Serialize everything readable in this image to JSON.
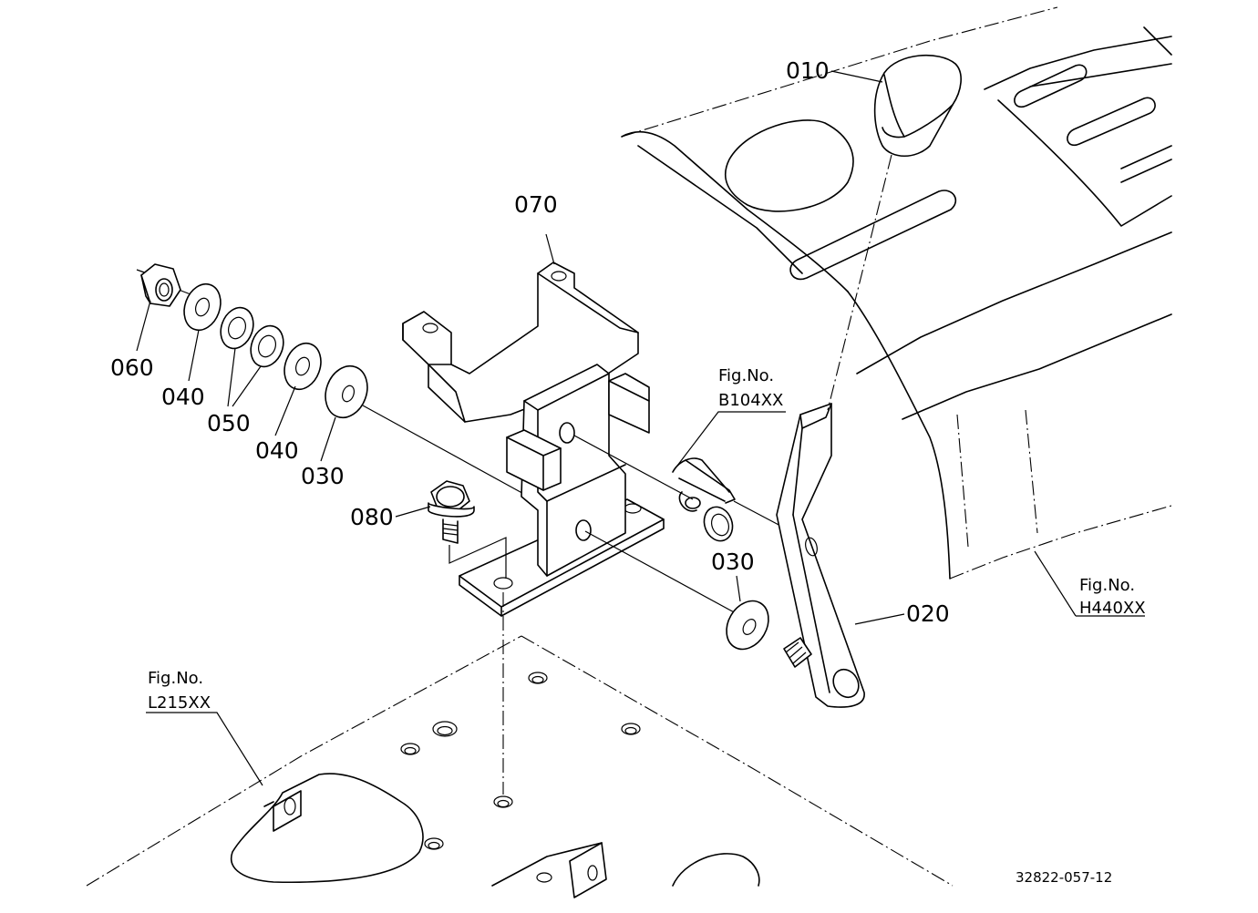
{
  "diagram": {
    "part_labels": [
      {
        "id": "p010",
        "text": "010"
      },
      {
        "id": "p020",
        "text": "020"
      },
      {
        "id": "p030a",
        "text": "030"
      },
      {
        "id": "p030b",
        "text": "030"
      },
      {
        "id": "p040a",
        "text": "040"
      },
      {
        "id": "p040b",
        "text": "040"
      },
      {
        "id": "p050",
        "text": "050"
      },
      {
        "id": "p060",
        "text": "060"
      },
      {
        "id": "p070",
        "text": "070"
      },
      {
        "id": "p080",
        "text": "080"
      }
    ],
    "figure_refs": [
      {
        "id": "b104",
        "prefix": "Fig.No.",
        "code": "B104XX"
      },
      {
        "id": "h440",
        "prefix": "Fig.No.",
        "code": "H440XX"
      },
      {
        "id": "l215",
        "prefix": "Fig.No.",
        "code": "L215XX"
      }
    ],
    "drawing_code": "32822-057-12"
  }
}
